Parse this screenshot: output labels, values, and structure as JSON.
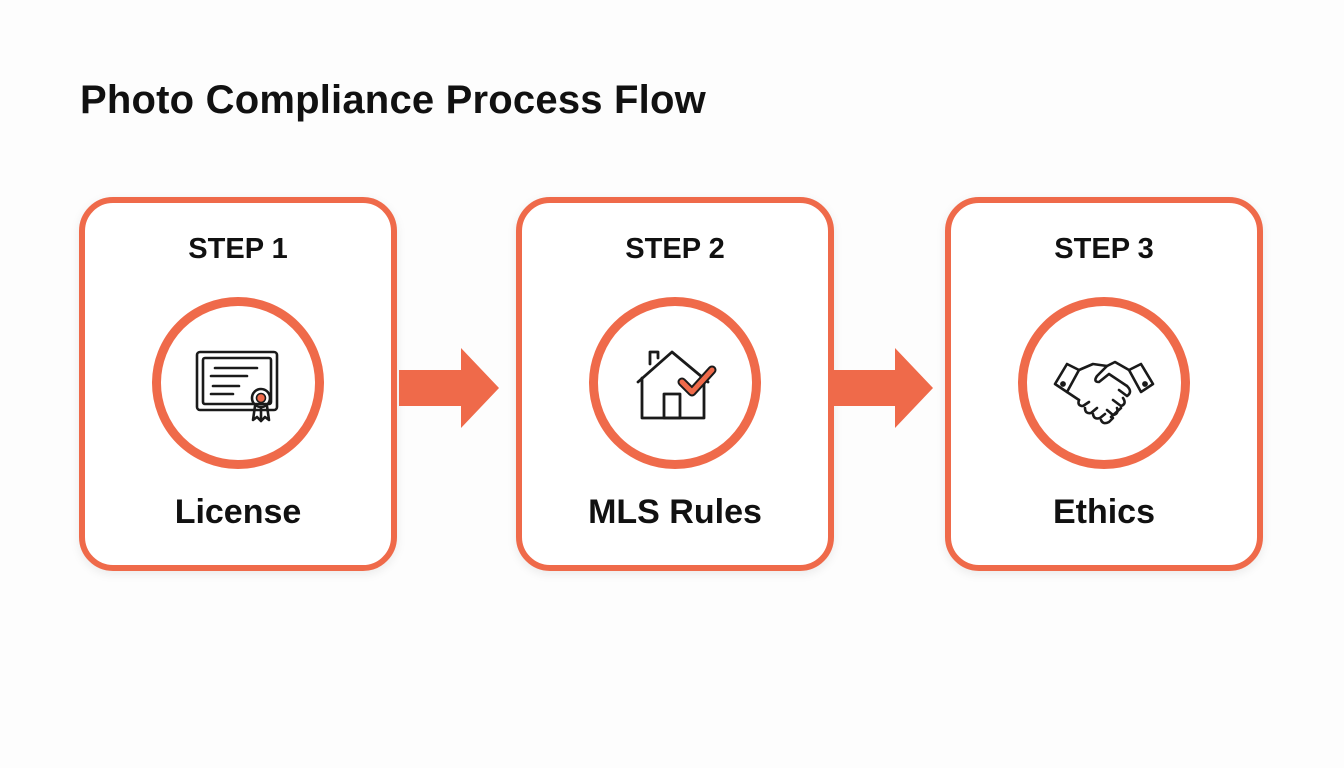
{
  "title": "Photo Compliance Process Flow",
  "accent_color": "#ef6a4a",
  "steps": [
    {
      "label": "STEP 1",
      "name": "License",
      "icon": "certificate-icon"
    },
    {
      "label": "STEP 2",
      "name": "MLS Rules",
      "icon": "house-check-icon"
    },
    {
      "label": "STEP 3",
      "name": "Ethics",
      "icon": "handshake-icon"
    }
  ]
}
